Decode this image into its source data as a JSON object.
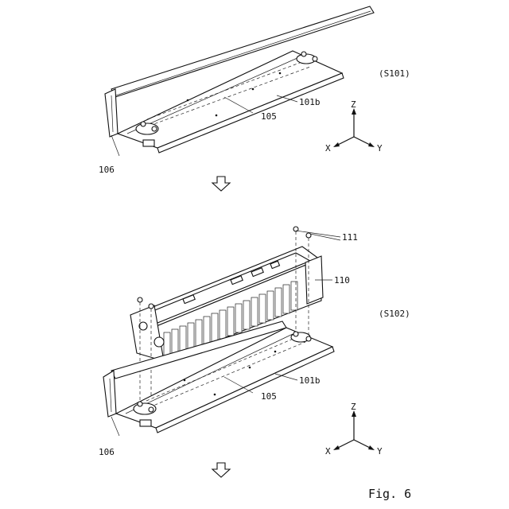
{
  "figure": {
    "caption": "Fig. 6"
  },
  "step1": {
    "step_label": "(S101)",
    "labels": {
      "tray": "101b",
      "rail": "105",
      "bracket": "106"
    },
    "axes": {
      "z": "Z",
      "x": "X",
      "y": "Y"
    }
  },
  "step2": {
    "step_label": "(S102)",
    "labels": {
      "bolts": "111",
      "module": "110",
      "tray": "101b",
      "rail": "105",
      "bracket": "106"
    },
    "axes": {
      "z": "Z",
      "x": "X",
      "y": "Y"
    }
  }
}
